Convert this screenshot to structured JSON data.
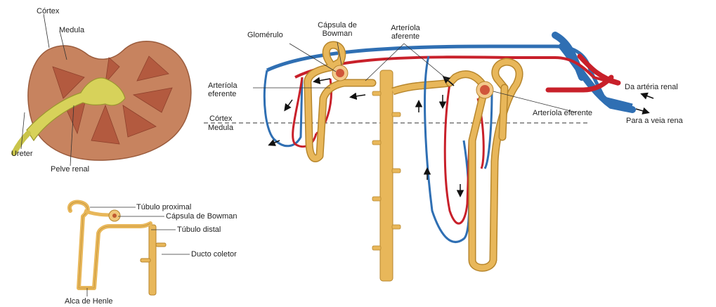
{
  "colors": {
    "tubule": "#e8b75a",
    "tubule_outline": "#b7862c",
    "artery": "#c8202a",
    "vein": "#2f6fb3",
    "kidney_cortex": "#c7835f",
    "kidney_medulla": "#b35a3f",
    "pelvis": "#c9c44a"
  },
  "kidney": {
    "cortex": "Córtex",
    "medulla": "Medula",
    "ureter": "Ureter",
    "renal_pelvis": "Pelve renal"
  },
  "nephron_small": {
    "proximal_tubule": "Túbulo proximal",
    "bowman_capsule": "Cápsula de Bowman",
    "distal_tubule": "Túbulo distal",
    "collecting_duct": "Ducto coletor",
    "loop_of_henle": "Alca de Henle"
  },
  "nephron_large": {
    "glomerulus": "Glomérulo",
    "bowman_capsule_line1": "Cápsula de",
    "bowman_capsule_line2": "Bowman",
    "afferent_line1": "Arteríola",
    "afferent_line2": "aferente",
    "efferent_left_line1": "Arteríola",
    "efferent_left_line2": "eferente",
    "cortex": "Córtex",
    "medulla": "Medula",
    "efferent_right": "Arteríola eferente",
    "from_renal_artery": "Da artéria renal",
    "to_renal_vein": "Para a veia rena"
  }
}
